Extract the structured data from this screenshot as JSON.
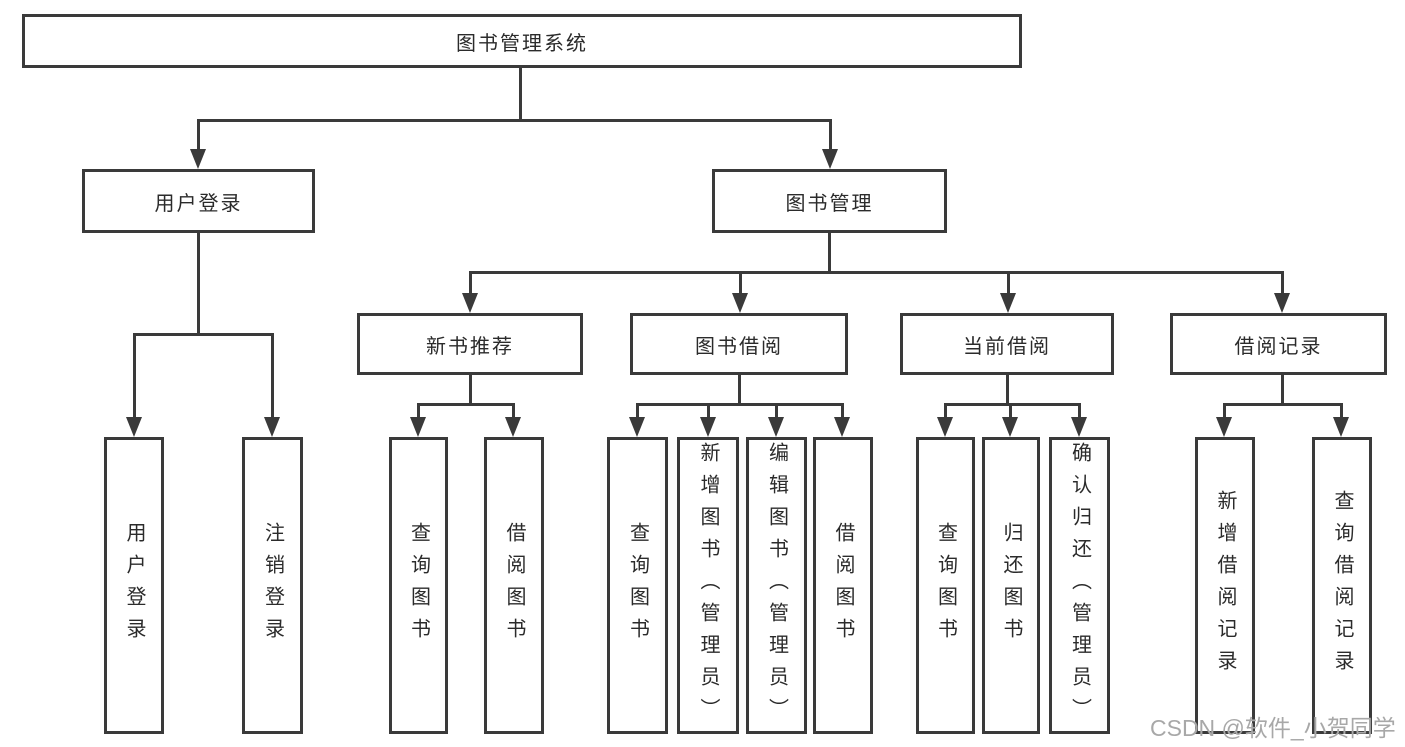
{
  "tree": {
    "root": {
      "label": "图书管理系统",
      "children": [
        {
          "label": "用户登录",
          "children": [
            {
              "label": "用户登录"
            },
            {
              "label": "注销登录"
            }
          ]
        },
        {
          "label": "图书管理",
          "children": [
            {
              "label": "新书推荐",
              "children": [
                {
                  "label": "查询图书"
                },
                {
                  "label": "借阅图书"
                }
              ]
            },
            {
              "label": "图书借阅",
              "children": [
                {
                  "label": "查询图书"
                },
                {
                  "label": "新增图书（管理员）"
                },
                {
                  "label": "编辑图书（管理员）"
                },
                {
                  "label": "借阅图书"
                }
              ]
            },
            {
              "label": "当前借阅",
              "children": [
                {
                  "label": "查询图书"
                },
                {
                  "label": "归还图书"
                },
                {
                  "label": "确认归还（管理员）"
                }
              ]
            },
            {
              "label": "借阅记录",
              "children": [
                {
                  "label": "新增借阅记录"
                },
                {
                  "label": "查询借阅记录"
                }
              ]
            }
          ]
        }
      ]
    }
  },
  "watermark": {
    "text": "CSDN @软件_小贺同学"
  },
  "colors": {
    "line": "#3a3a3a",
    "text": "#2b2b2b",
    "watermark": "#a8a8a8",
    "background": "#ffffff"
  }
}
